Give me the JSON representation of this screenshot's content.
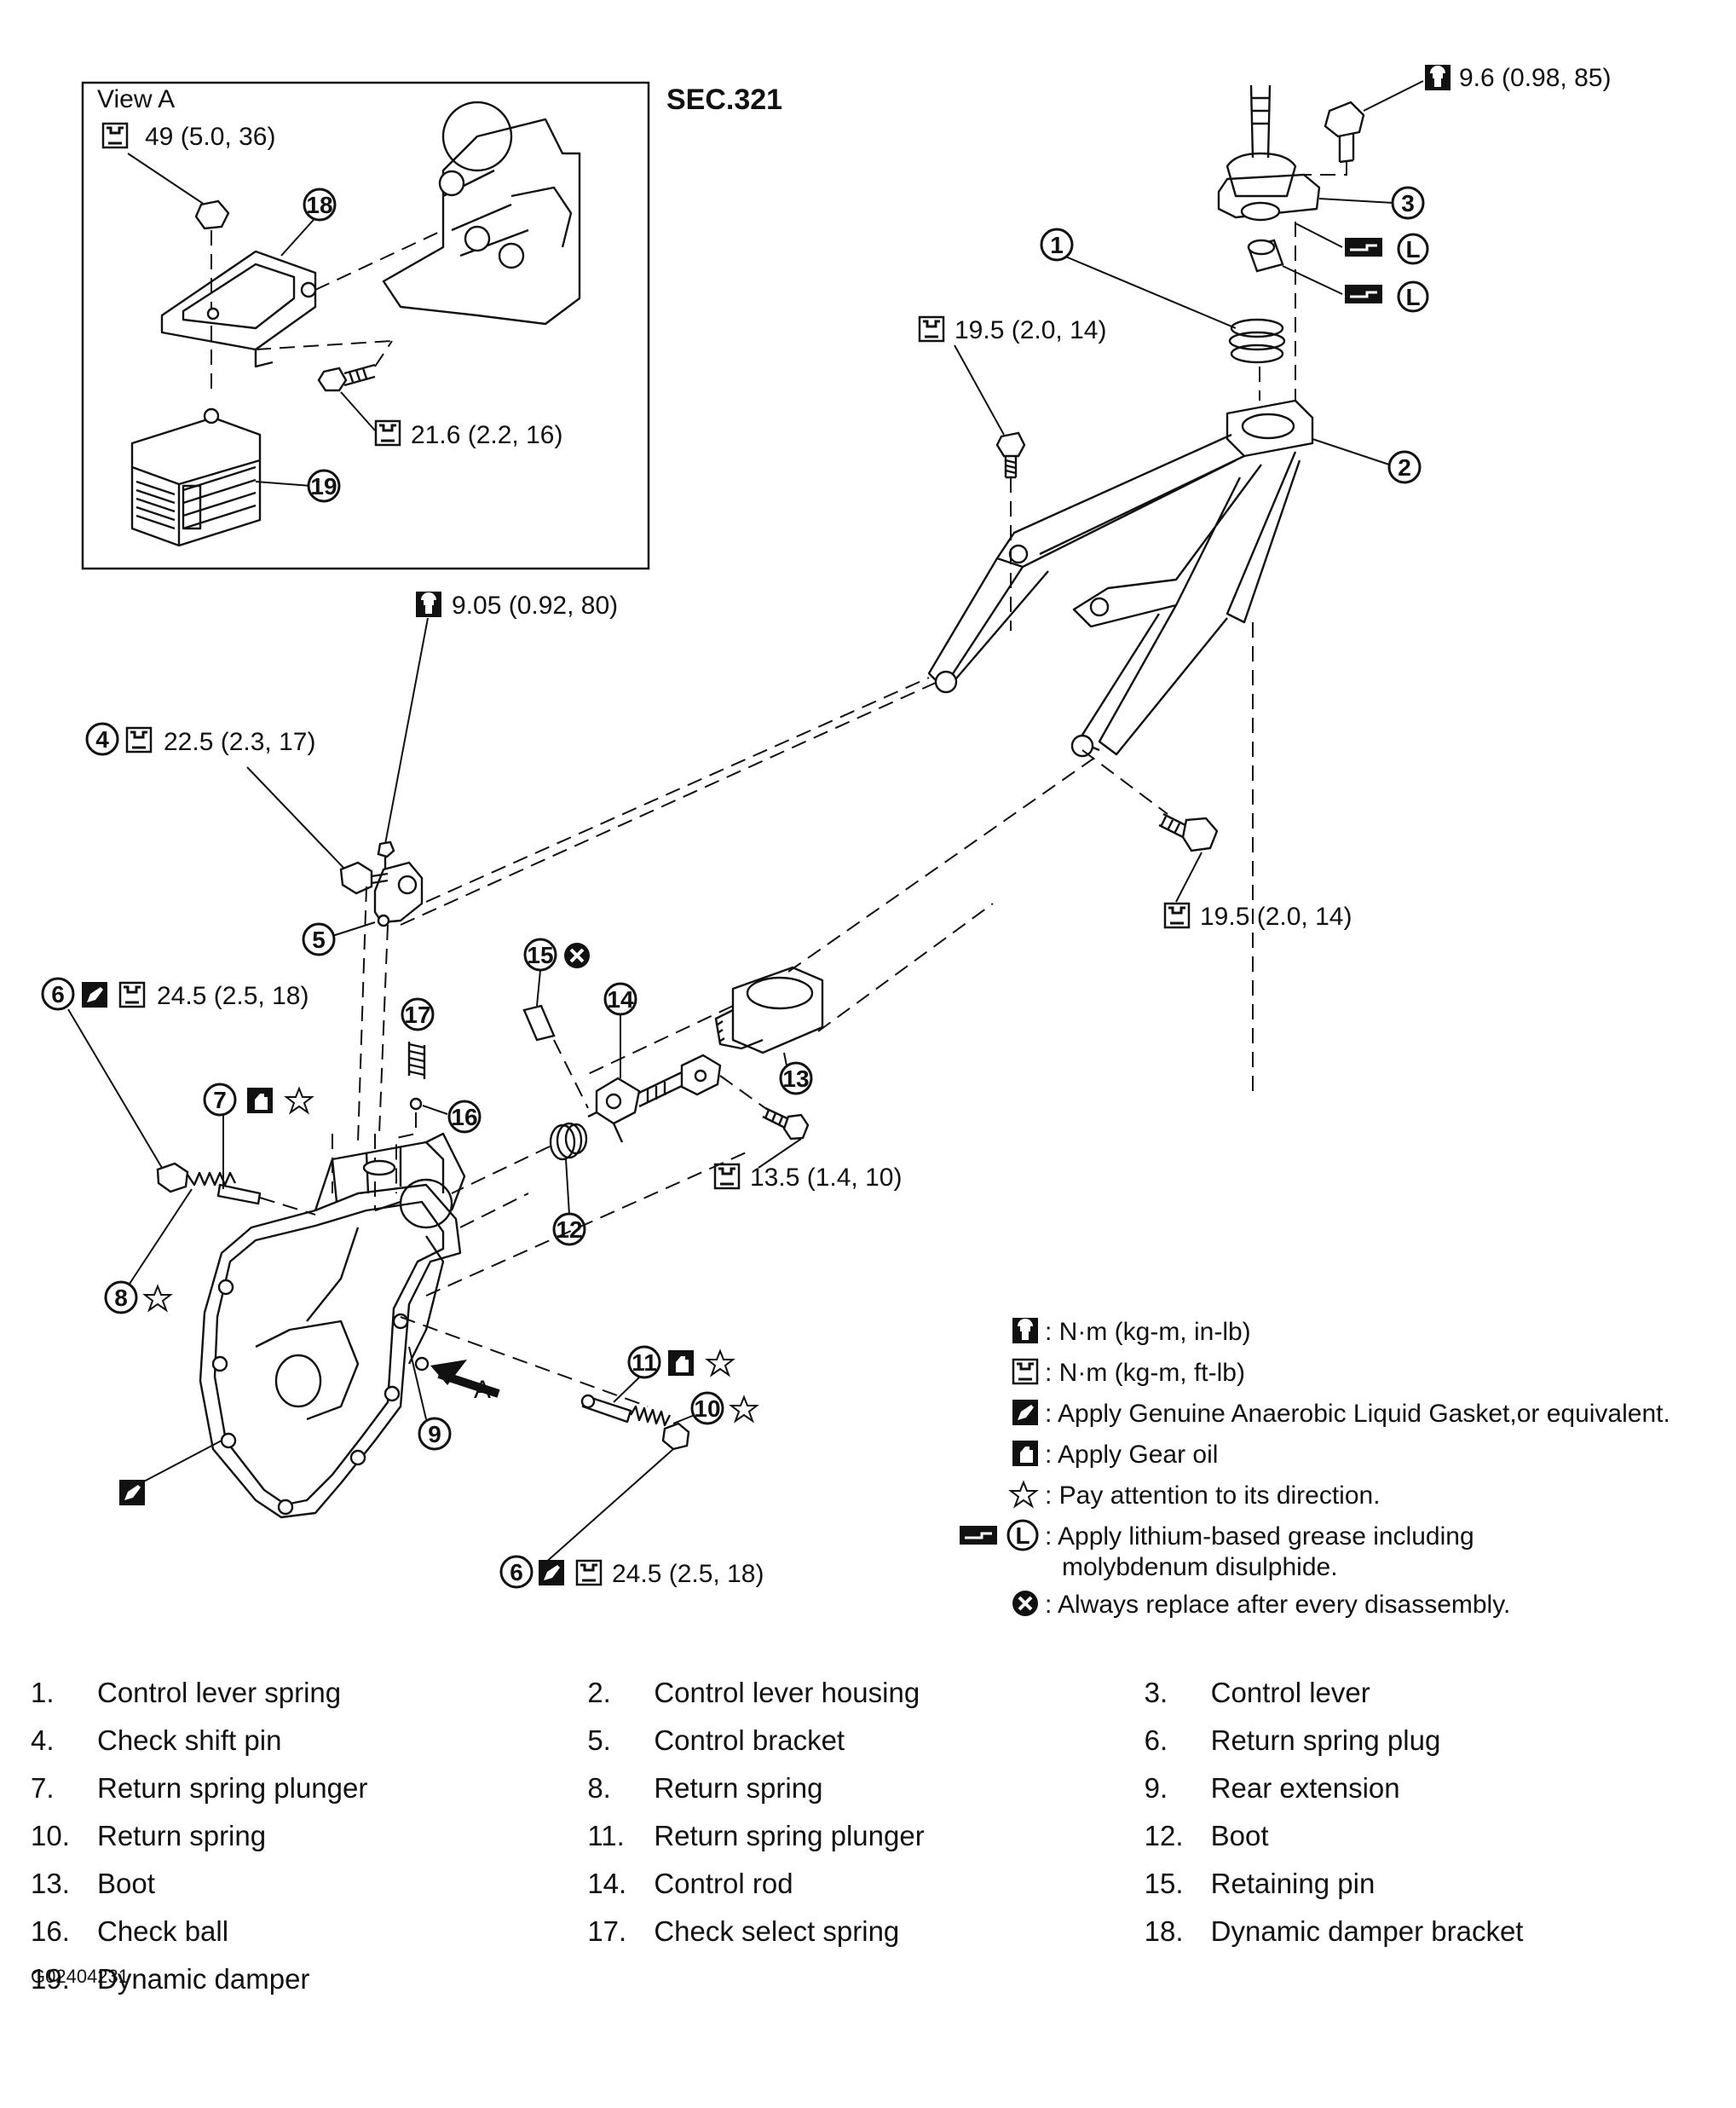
{
  "section_label": "SEC.321",
  "view_a": {
    "title": "View A",
    "torque_nut": "49 (5.0, 36)",
    "torque_bolt": "21.6 (2.2, 16)",
    "callout_bracket": "18",
    "callout_damper": "19"
  },
  "torques": {
    "control_lever_bolt": "9.6 (0.98, 85)",
    "housing_bolt_left": "19.5 (2.0, 14)",
    "housing_bolt_right": "19.5 (2.0, 14)",
    "bracket_bolt": "9.05 (0.92, 80)",
    "check_shift_pin": "22.5 (2.3, 17)",
    "plug_upper": "24.5 (2.5, 18)",
    "plug_lower": "24.5 (2.5, 18)",
    "rod_bolt": "13.5 (1.4, 10)"
  },
  "callouts": {
    "c1": "1",
    "c2": "2",
    "c3": "3",
    "c4": "4",
    "c5": "5",
    "c6a": "6",
    "c6b": "6",
    "c7": "7",
    "c8": "8",
    "c9": "9",
    "c10": "10",
    "c11": "11",
    "c12": "12",
    "c13": "13",
    "c14": "14",
    "c15": "15",
    "c16": "16",
    "c17": "17"
  },
  "grease_mark": "L",
  "view_arrow_label": "A",
  "legend": {
    "nm_inlb": ": N·m (kg-m, in-lb)",
    "nm_ftlb": ": N·m (kg-m, ft-lb)",
    "gasket": ": Apply Genuine Anaerobic Liquid Gasket,or equivalent.",
    "gear_oil": ": Apply Gear oil",
    "direction": ": Pay attention to its direction.",
    "grease_line1": ": Apply lithium-based grease including",
    "grease_line2": "molybdenum disulphide.",
    "replace": ": Always replace after every disassembly."
  },
  "parts_list": [
    [
      {
        "num": "1.",
        "name": "Control lever spring"
      },
      {
        "num": "2.",
        "name": "Control lever housing"
      },
      {
        "num": "3.",
        "name": "Control lever"
      }
    ],
    [
      {
        "num": "4.",
        "name": "Check shift pin"
      },
      {
        "num": "5.",
        "name": "Control bracket"
      },
      {
        "num": "6.",
        "name": "Return spring plug"
      }
    ],
    [
      {
        "num": "7.",
        "name": "Return spring plunger"
      },
      {
        "num": "8.",
        "name": "Return spring"
      },
      {
        "num": "9.",
        "name": "Rear extension"
      }
    ],
    [
      {
        "num": "10.",
        "name": "Return spring"
      },
      {
        "num": "11.",
        "name": "Return spring plunger"
      },
      {
        "num": "12.",
        "name": "Boot"
      }
    ],
    [
      {
        "num": "13.",
        "name": "Boot"
      },
      {
        "num": "14.",
        "name": "Control rod"
      },
      {
        "num": "15.",
        "name": "Retaining pin"
      }
    ],
    [
      {
        "num": "16.",
        "name": "Check ball"
      },
      {
        "num": "17.",
        "name": "Check select spring"
      },
      {
        "num": "18.",
        "name": "Dynamic damper bracket"
      }
    ],
    [
      {
        "num": "19.",
        "name": "Dynamic damper"
      }
    ]
  ],
  "figure_code": "G02404231"
}
